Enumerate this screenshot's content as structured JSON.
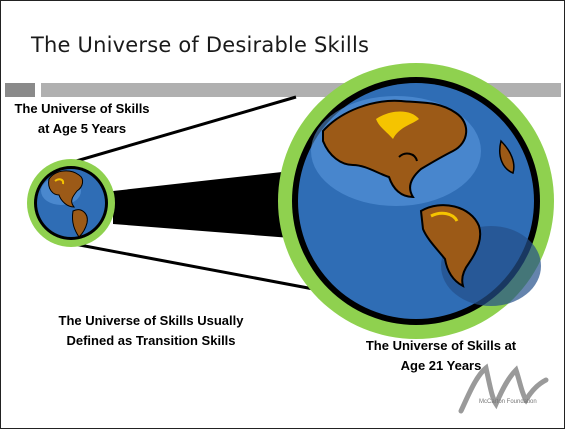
{
  "slide": {
    "title": "The Universe of Desirable Skills",
    "label_small_line1": "The Universe of Skills",
    "label_small_line2": "at Age 5 Years",
    "label_mid_line1": "The Universe of Skills Usually",
    "label_mid_line2": "Defined as Transition Skills",
    "label_big_line1": "The Universe of Skills at",
    "label_big_line2": "Age 21 Years",
    "logo_text": "McCarton Foundation"
  },
  "colors": {
    "ocean": "#2f6db5",
    "ocean_light": "#5d9be0",
    "land": "#9c5a17",
    "land_highlight": "#f5c400",
    "ring": "#8fd14f",
    "beam": "#000000"
  }
}
